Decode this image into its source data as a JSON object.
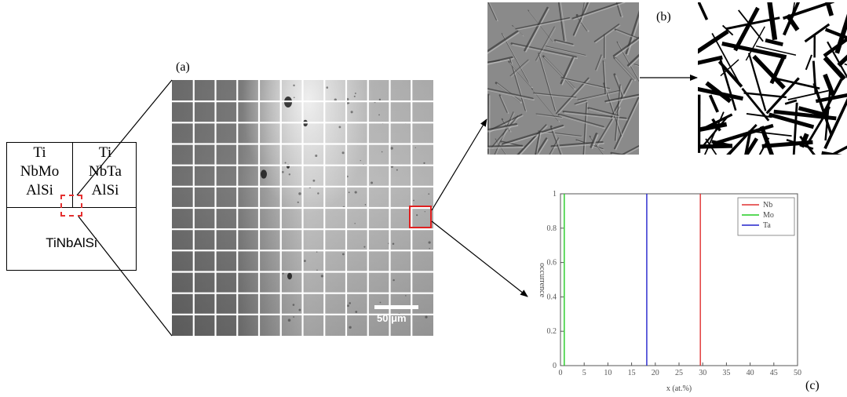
{
  "labels": {
    "a": "(a)",
    "b": "(b)",
    "c": "(c)"
  },
  "schematic": {
    "top_left": [
      "Ti",
      "NbMo",
      "AlSi"
    ],
    "top_right": [
      "Ti",
      "NbTa",
      "AlSi"
    ],
    "bottom": "TiNbAlSi"
  },
  "mosaic": {
    "rows": 12,
    "cols": 12,
    "scale_bar_label": "50 μm",
    "highlighted_tile": {
      "row": 6,
      "col": 11
    }
  },
  "colors": {
    "selection": "#e53030",
    "Nb": "#e03030",
    "Mo": "#22cc22",
    "Ta": "#2222cc"
  },
  "chart_data": {
    "type": "line",
    "xlabel": "x (at.%)",
    "ylabel": "occurrence",
    "xlim": [
      0,
      50
    ],
    "ylim": [
      0,
      1
    ],
    "xticks": [
      "0",
      "5",
      "10",
      "15",
      "20",
      "25",
      "30",
      "35",
      "40",
      "45",
      "50"
    ],
    "yticks": [
      "0",
      "0.2",
      "0.4",
      "0.6",
      "0.8",
      "1"
    ],
    "legend_position": "top-right",
    "series": [
      {
        "name": "Nb",
        "color": "#e03030",
        "x": 29.5,
        "values": [
          1
        ]
      },
      {
        "name": "Mo",
        "color": "#22cc22",
        "x": 0.8,
        "values": [
          1
        ]
      },
      {
        "name": "Ta",
        "color": "#2222cc",
        "x": 18.2,
        "values": [
          1
        ]
      }
    ]
  }
}
